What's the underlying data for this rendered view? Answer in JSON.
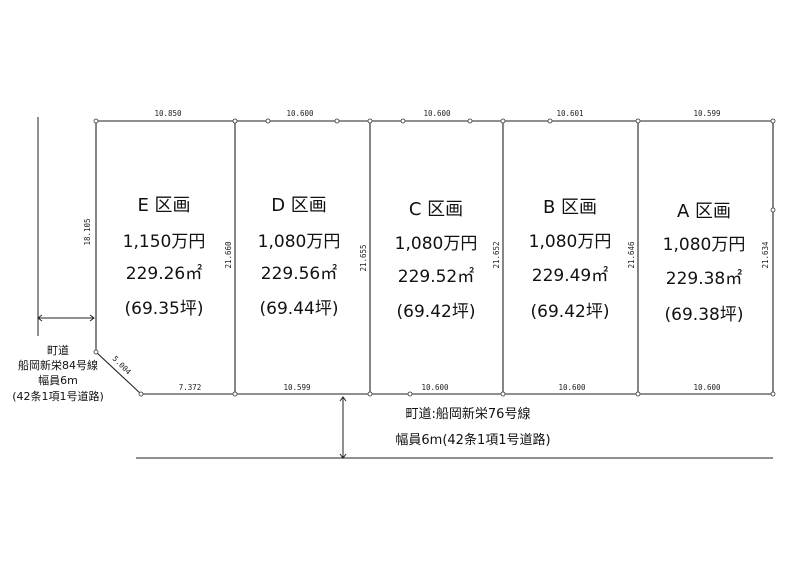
{
  "lots": [
    {
      "name": "E 区画",
      "price": "1,150万円",
      "area": "229.26㎡",
      "tsubo": "(69.35坪)",
      "top_width": "10.850",
      "bottom_width": "7.372",
      "right_depth": "21.660"
    },
    {
      "name": "D 区画",
      "price": "1,080万円",
      "area": "229.56㎡",
      "tsubo": "(69.44坪)",
      "top_width": "10.600",
      "bottom_width": "10.599",
      "right_depth": "21.655"
    },
    {
      "name": "C 区画",
      "price": "1,080万円",
      "area": "229.52㎡",
      "tsubo": "(69.42坪)",
      "top_width": "10.600",
      "bottom_width": "10.600",
      "right_depth": "21.652"
    },
    {
      "name": "B 区画",
      "price": "1,080万円",
      "area": "229.49㎡",
      "tsubo": "(69.42坪)",
      "top_width": "10.601",
      "bottom_width": "10.600",
      "right_depth": "21.646"
    },
    {
      "name": "A 区画",
      "price": "1,080万円",
      "area": "229.38㎡",
      "tsubo": "(69.38坪)",
      "top_width": "10.599",
      "bottom_width": "10.600",
      "right_depth": "21.634"
    }
  ],
  "dimensions": {
    "left_depth": "18.105",
    "corner_cut": "5.004"
  },
  "side_road": {
    "line1": "町道",
    "line2": "船岡新栄84号線",
    "line3": "幅員6m",
    "line4": "(42条1項1号道路)"
  },
  "front_road": {
    "line1": "町道:船岡新栄76号線",
    "line2": "幅員6m(42条1項1号道路)"
  }
}
